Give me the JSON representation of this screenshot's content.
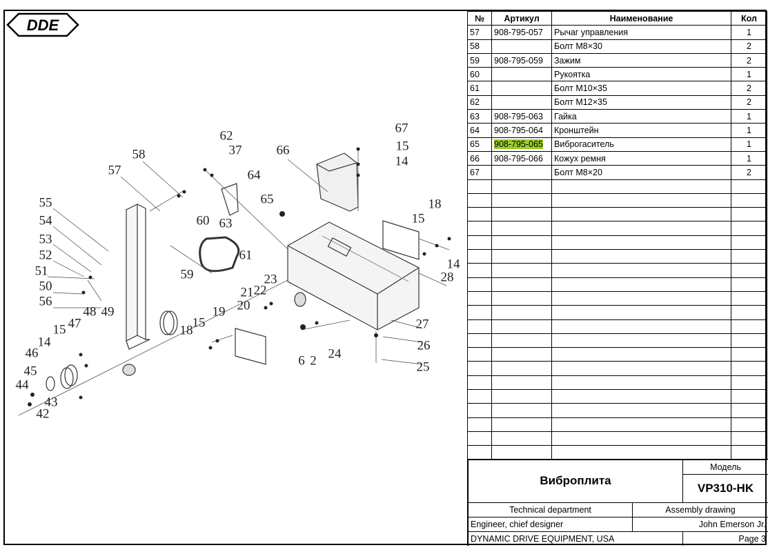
{
  "logo": {
    "text": "DDE"
  },
  "table": {
    "headers": {
      "num": "№",
      "article": "Артикул",
      "name": "Наименование",
      "qty": "Кол"
    },
    "rows": [
      {
        "num": "57",
        "article": "908-795-057",
        "name": "Рычаг управления",
        "qty": "1"
      },
      {
        "num": "58",
        "article": "",
        "name": "Болт М8×30",
        "qty": "2"
      },
      {
        "num": "59",
        "article": "908-795-059",
        "name": "Зажим",
        "qty": "2"
      },
      {
        "num": "60",
        "article": "",
        "name": "Рукоятка",
        "qty": "1"
      },
      {
        "num": "61",
        "article": "",
        "name": "Болт М10×35",
        "qty": "2"
      },
      {
        "num": "62",
        "article": "",
        "name": "Болт М12×35",
        "qty": "2"
      },
      {
        "num": "63",
        "article": "908-795-063",
        "name": "Гайка",
        "qty": "1"
      },
      {
        "num": "64",
        "article": "908-795-064",
        "name": "Кронштейн",
        "qty": "1"
      },
      {
        "num": "65",
        "article": "908-795-065",
        "name": "Виброгаситель",
        "qty": "1",
        "highlight": true
      },
      {
        "num": "66",
        "article": "908-795-066",
        "name": "Кожух ремня",
        "qty": "1"
      },
      {
        "num": "67",
        "article": "",
        "name": "Болт М8×20",
        "qty": "2"
      }
    ],
    "empty_rows": 20,
    "highlight_color": "#9bcc2a"
  },
  "title_block": {
    "product": "Виброплита",
    "model_label": "Модель",
    "model": "VP310-HK",
    "department": "Technical department",
    "doc_type": "Assembly drawing",
    "role": "Engineer, chief designer",
    "person": "John Emerson Jr.",
    "company": "DYNAMIC DRIVE EQUIPMENT, USA",
    "page": "Page 3"
  },
  "callouts": [
    "62",
    "37",
    "58",
    "66",
    "64",
    "57",
    "67",
    "15",
    "14",
    "65",
    "55",
    "60",
    "63",
    "18",
    "15",
    "54",
    "53",
    "52",
    "61",
    "59",
    "51",
    "50",
    "14",
    "28",
    "23",
    "21",
    "22",
    "56",
    "20",
    "19",
    "48",
    "49",
    "15",
    "18",
    "47",
    "15",
    "27",
    "26",
    "24",
    "2",
    "6",
    "46",
    "14",
    "25",
    "45",
    "44",
    "43",
    "42"
  ]
}
